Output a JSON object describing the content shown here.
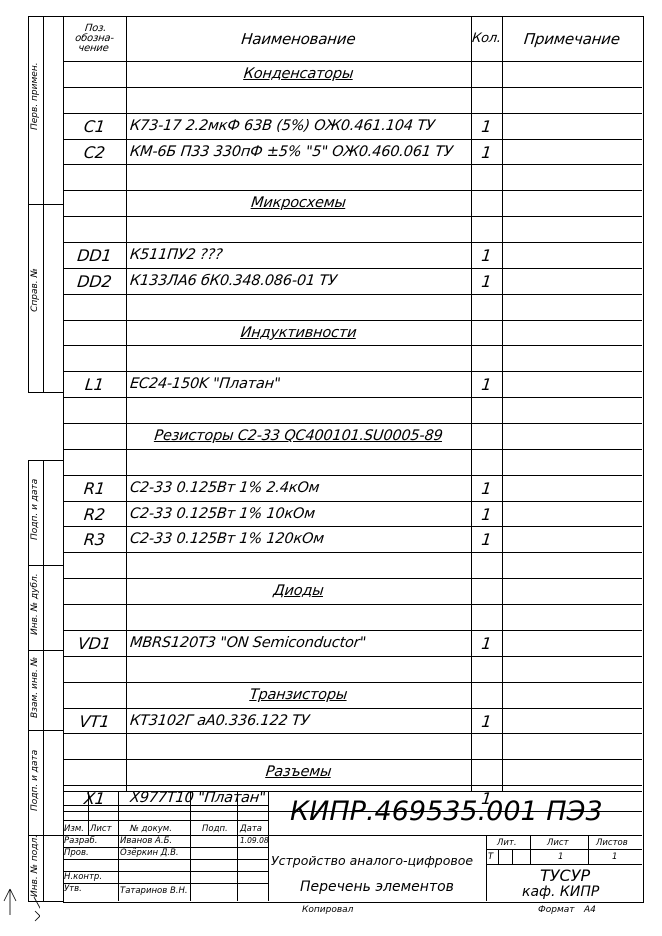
{
  "header": {
    "pos_line1": "Поз.",
    "pos_line2": "обозна-",
    "pos_line3": "чение",
    "name": "Наименование",
    "qty": "Кол.",
    "note": "Примечание"
  },
  "rows": [
    {
      "pos": "",
      "name": "Конденсаторы",
      "qty": "",
      "section": true
    },
    {
      "pos": "",
      "name": "",
      "qty": ""
    },
    {
      "pos": "C1",
      "name": "К73-17 2.2мкФ 63В (5%) ОЖ0.461.104 ТУ",
      "qty": "1"
    },
    {
      "pos": "C2",
      "name": "КМ-6Б П33 330пФ ±5% \"5\" ОЖ0.460.061 ТУ",
      "qty": "1"
    },
    {
      "pos": "",
      "name": "",
      "qty": ""
    },
    {
      "pos": "",
      "name": "Микросхемы",
      "qty": "",
      "section": true
    },
    {
      "pos": "",
      "name": "",
      "qty": ""
    },
    {
      "pos": "DD1",
      "name": "К511ПУ2 ???",
      "qty": "1"
    },
    {
      "pos": "DD2",
      "name": "К133ЛА6 бК0.348.086-01 ТУ",
      "qty": "1"
    },
    {
      "pos": "",
      "name": "",
      "qty": ""
    },
    {
      "pos": "",
      "name": "Индуктивности",
      "qty": "",
      "section": true
    },
    {
      "pos": "",
      "name": "",
      "qty": ""
    },
    {
      "pos": "L1",
      "name": "EC24-150K \"Платан\"",
      "qty": "1"
    },
    {
      "pos": "",
      "name": "",
      "qty": ""
    },
    {
      "pos": "",
      "name": "Резисторы С2-33 QC400101.SU0005-89",
      "qty": "",
      "section": true
    },
    {
      "pos": "",
      "name": "",
      "qty": ""
    },
    {
      "pos": "R1",
      "name": "С2-33 0.125Вт 1% 2.4кОм",
      "qty": "1"
    },
    {
      "pos": "R2",
      "name": "С2-33 0.125Вт 1% 10кОм",
      "qty": "1"
    },
    {
      "pos": "R3",
      "name": "С2-33 0.125Вт 1% 120кОм",
      "qty": "1"
    },
    {
      "pos": "",
      "name": "",
      "qty": ""
    },
    {
      "pos": "",
      "name": "Диоды",
      "qty": "",
      "section": true
    },
    {
      "pos": "",
      "name": "",
      "qty": ""
    },
    {
      "pos": "VD1",
      "name": "MBRS120T3 \"ON Semiconductor\"",
      "qty": "1"
    },
    {
      "pos": "",
      "name": "",
      "qty": ""
    },
    {
      "pos": "",
      "name": "Транзисторы",
      "qty": "",
      "section": true
    },
    {
      "pos": "VT1",
      "name": "КТ3102Г аА0.336.122 ТУ",
      "qty": "1"
    },
    {
      "pos": "",
      "name": "",
      "qty": ""
    },
    {
      "pos": "",
      "name": "Разъемы",
      "qty": "",
      "section": true
    },
    {
      "pos": "X1",
      "name": "X977T10 \"Платан\"",
      "qty": "1"
    }
  ],
  "side_labels": {
    "perv_primen": "Перв. примен.",
    "sprav": "Справ. №",
    "podp_data_1": "Подп. и дата",
    "inv_dubl": "Инв. № дубл.",
    "vzam_inv": "Взам. инв. №",
    "podp_data_2": "Подп. и дата",
    "inv_podl": "Инв. № подл."
  },
  "title_block": {
    "doc_code": "КИПР.469535.001 ПЭ3",
    "col_izm": "Изм.",
    "col_list": "Лист",
    "col_dokum": "№ докум.",
    "col_podp": "Подп.",
    "col_data": "Дата",
    "razrab_label": "Разраб.",
    "razrab_name": "Иванов А.Б.",
    "razrab_date": "1.09.08",
    "prov_label": "Пров.",
    "prov_name": "Озёркин Д.В.",
    "nkontr_label": "Н.контр.",
    "utv_label": "Утв.",
    "utv_name": "Татаринов В.Н.",
    "title_line1": "Устройство аналого-цифровое",
    "title_line2": "Перечень элементов",
    "lit_label": "Лит.",
    "list_label": "Лист",
    "listov_label": "Листов",
    "lit_value": "Т",
    "list_value": "1",
    "listov_value": "1",
    "org_line1": "ТУСУР",
    "org_line2": "каф. КИПР"
  },
  "footer": {
    "kopiroval": "Копировал",
    "format_label": "Формат",
    "format_value": "А4"
  }
}
